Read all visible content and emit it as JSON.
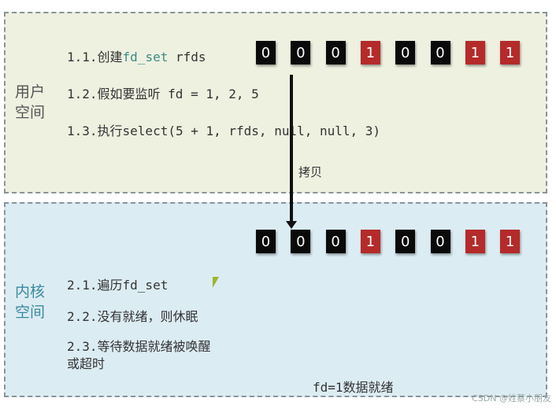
{
  "user_space": {
    "label": "用户\n空间",
    "label_lines": [
      "用户",
      "空间"
    ],
    "step1_prefix": "1.1.创建",
    "step1_kw": "fd_set",
    "step1_suffix": " rfds",
    "step2": "1.2.假如要监听 fd = 1, 2, 5",
    "step3": "1.3.执行select(5 + 1, rfds, null, null, 3)",
    "bits": [
      0,
      0,
      0,
      1,
      0,
      0,
      1,
      1
    ]
  },
  "copy_label": "拷贝",
  "kernel_space": {
    "label_lines": [
      "内核",
      "空间"
    ],
    "step1": "2.1.遍历fd_set",
    "step2": "2.2.没有就绪，则休眠",
    "step3_lines": [
      "2.3.等待数据就绪被唤醒",
      "或超时"
    ],
    "ready_note": "fd=1数据就绪",
    "bits": [
      0,
      0,
      0,
      1,
      0,
      0,
      1,
      1
    ]
  },
  "watermark": "CSDN @姓蔡小朋友",
  "colors": {
    "user_bg": "#eef0e0",
    "kernel_bg": "#dcecf3",
    "bit_set": "#b52a2a",
    "bit_clear": "#0a0a0a",
    "keyword": "#3a8a8a",
    "kernel_label": "#3a8aa0"
  }
}
